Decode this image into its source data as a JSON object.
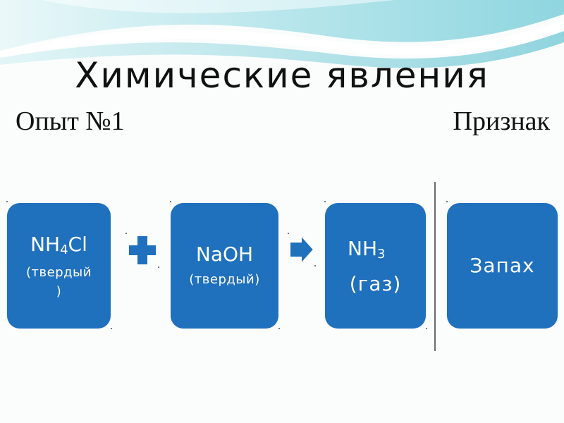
{
  "slide": {
    "title": "Химические явления",
    "experiment_label": "Опыт №1",
    "sign_label": "Признак"
  },
  "reactant1": {
    "formula_main": "NH",
    "formula_sub": "4",
    "formula_tail": "Cl",
    "state_line1": "(твердый",
    "state_line2": ")"
  },
  "reactant2": {
    "formula": "NaOH",
    "state": "(твердый)"
  },
  "product": {
    "formula_main": "NH",
    "formula_sub": "3",
    "state": "(газ)"
  },
  "sign": {
    "label": "Запах"
  },
  "colors": {
    "box_fill": "#1f70bd",
    "connector_fill": "#1f70bd",
    "wave_light": "#cfeef2",
    "wave_mid": "#8fd6df"
  },
  "icons": {
    "plus": "plus-icon",
    "arrow": "arrow-right-icon"
  }
}
